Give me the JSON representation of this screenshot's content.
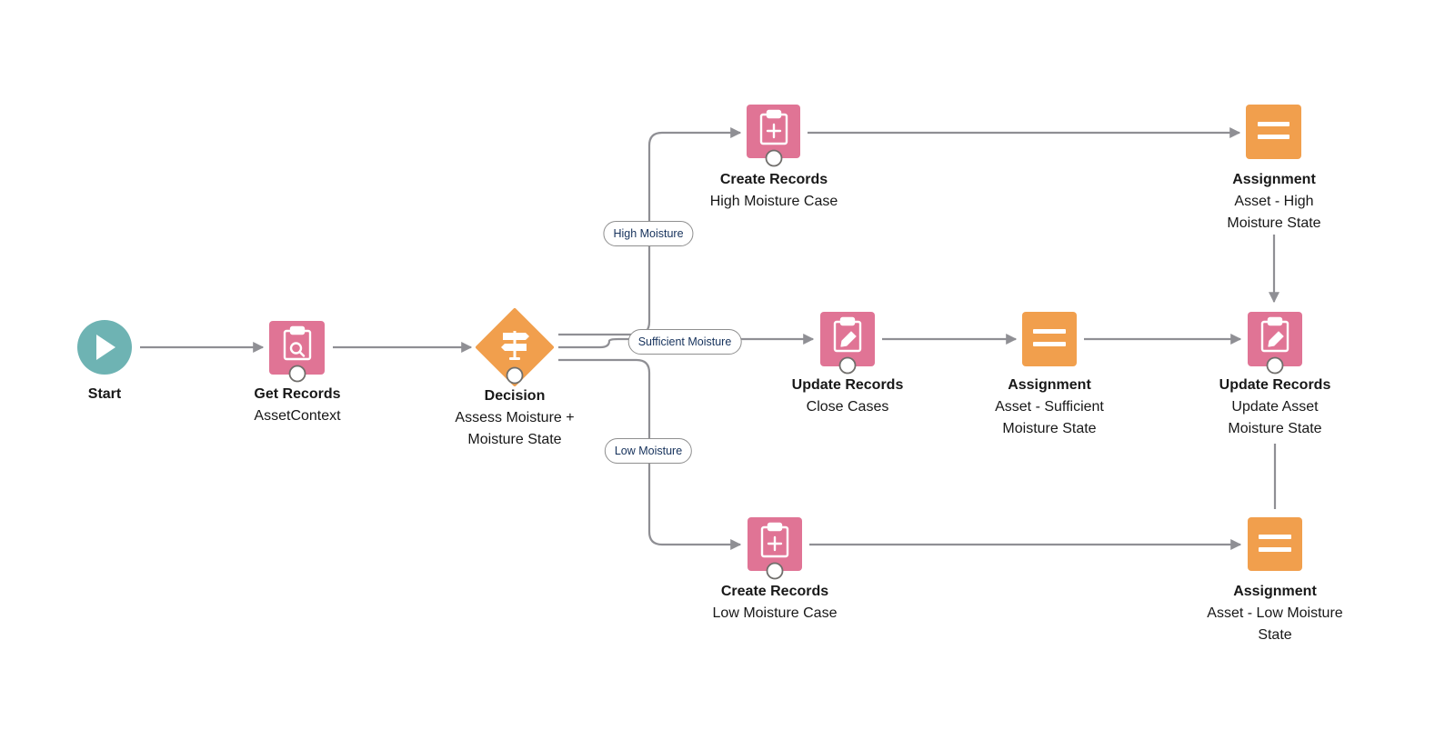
{
  "colors": {
    "start": "#6eb3b3",
    "record": "#e07495",
    "logic": "#f19f4d",
    "connector": "#8f8f94"
  },
  "nodes": {
    "start": {
      "title": "Start",
      "icon": "play-icon"
    },
    "get_records": {
      "title": "Get Records",
      "subtitle": "AssetContext",
      "icon": "clipboard-search-icon"
    },
    "decision": {
      "title": "Decision",
      "subtitle": "Assess Moisture + Moisture State",
      "icon": "signpost-icon"
    },
    "create_high": {
      "title": "Create Records",
      "subtitle": "High Moisture Case",
      "icon": "clipboard-plus-icon"
    },
    "update_close": {
      "title": "Update Records",
      "subtitle": "Close Cases",
      "icon": "clipboard-edit-icon"
    },
    "create_low": {
      "title": "Create Records",
      "subtitle": "Low Moisture Case",
      "icon": "clipboard-plus-icon"
    },
    "assign_high": {
      "title": "Assignment",
      "subtitle": "Asset - High Moisture State",
      "icon": "equals-icon"
    },
    "assign_sufficient": {
      "title": "Assignment",
      "subtitle": "Asset - Sufficient Moisture State",
      "icon": "equals-icon"
    },
    "assign_low": {
      "title": "Assignment",
      "subtitle": "Asset - Low Moisture State",
      "icon": "equals-icon"
    },
    "update_asset": {
      "title": "Update Records",
      "subtitle": "Update Asset Moisture State",
      "icon": "clipboard-edit-icon"
    }
  },
  "outcomes": {
    "high": "High Moisture",
    "sufficient": "Sufficient Moisture",
    "low": "Low Moisture"
  }
}
